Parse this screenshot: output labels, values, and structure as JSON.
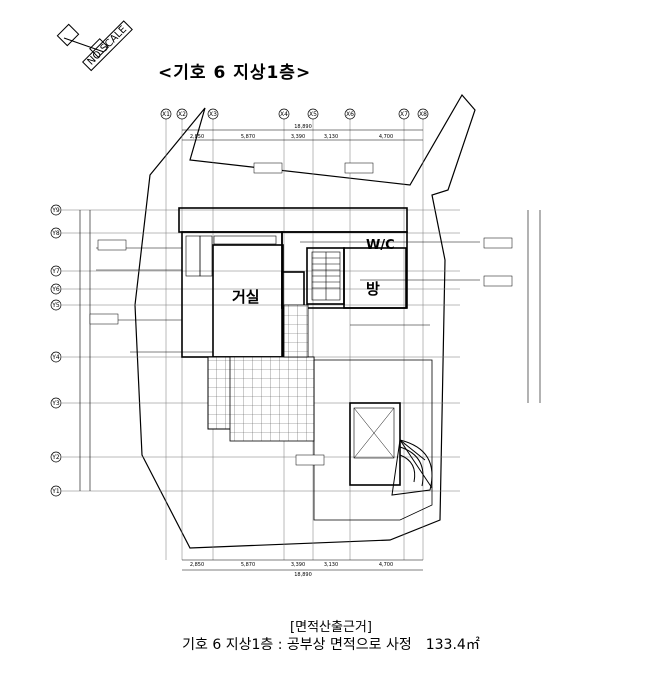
{
  "title": "<기호 6  지상1층>",
  "no_scale": "NO SCALE",
  "rooms": {
    "living": "거실",
    "wc": "W/C",
    "room": "방"
  },
  "axes": {
    "top": [
      "X1",
      "X2",
      "X3",
      "X4",
      "X5",
      "X6",
      "X7",
      "X8"
    ],
    "left": [
      "Y9",
      "Y8",
      "Y7",
      "Y6",
      "Y5",
      "Y4",
      "Y3",
      "Y2",
      "Y1"
    ]
  },
  "dims_top": [
    "2,850",
    "5,870",
    "3,390",
    "3,130",
    "4,700"
  ],
  "dims_bottom": [
    "2,850",
    "5,870",
    "3,390",
    "3,130",
    "4,700"
  ],
  "overall_dim": "18,890",
  "caption": {
    "line1": "[면적산출근거]",
    "line2": "기호 6 지상1층 : 공부상 면적으로 사정",
    "area": "133.4㎡"
  },
  "colors": {
    "ink": "#000000",
    "paper": "#ffffff"
  }
}
